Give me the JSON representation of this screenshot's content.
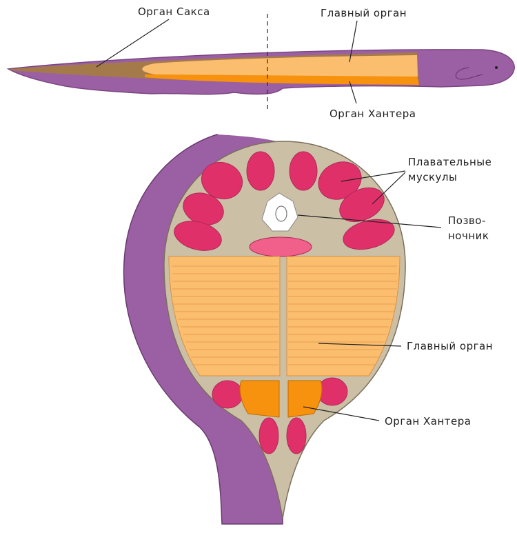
{
  "labels": {
    "sachs_organ": "Орган Сакса",
    "main_organ_top": "Главный орган",
    "hunter_organ_top": "Орган Хантера",
    "swim_muscles_1": "Плавательные",
    "swim_muscles_2": "мускулы",
    "spine_1": "Позво-",
    "spine_2": "ночник",
    "main_organ": "Главный орган",
    "hunter_organ": "Орган Хантера"
  },
  "colors": {
    "skin": "#9b5fa3",
    "sachs": "#a57a4a",
    "main": "#fbbd6e",
    "hunter": "#f7920f",
    "muscle": "#e0306a",
    "tissue": "#cbbfa6"
  }
}
